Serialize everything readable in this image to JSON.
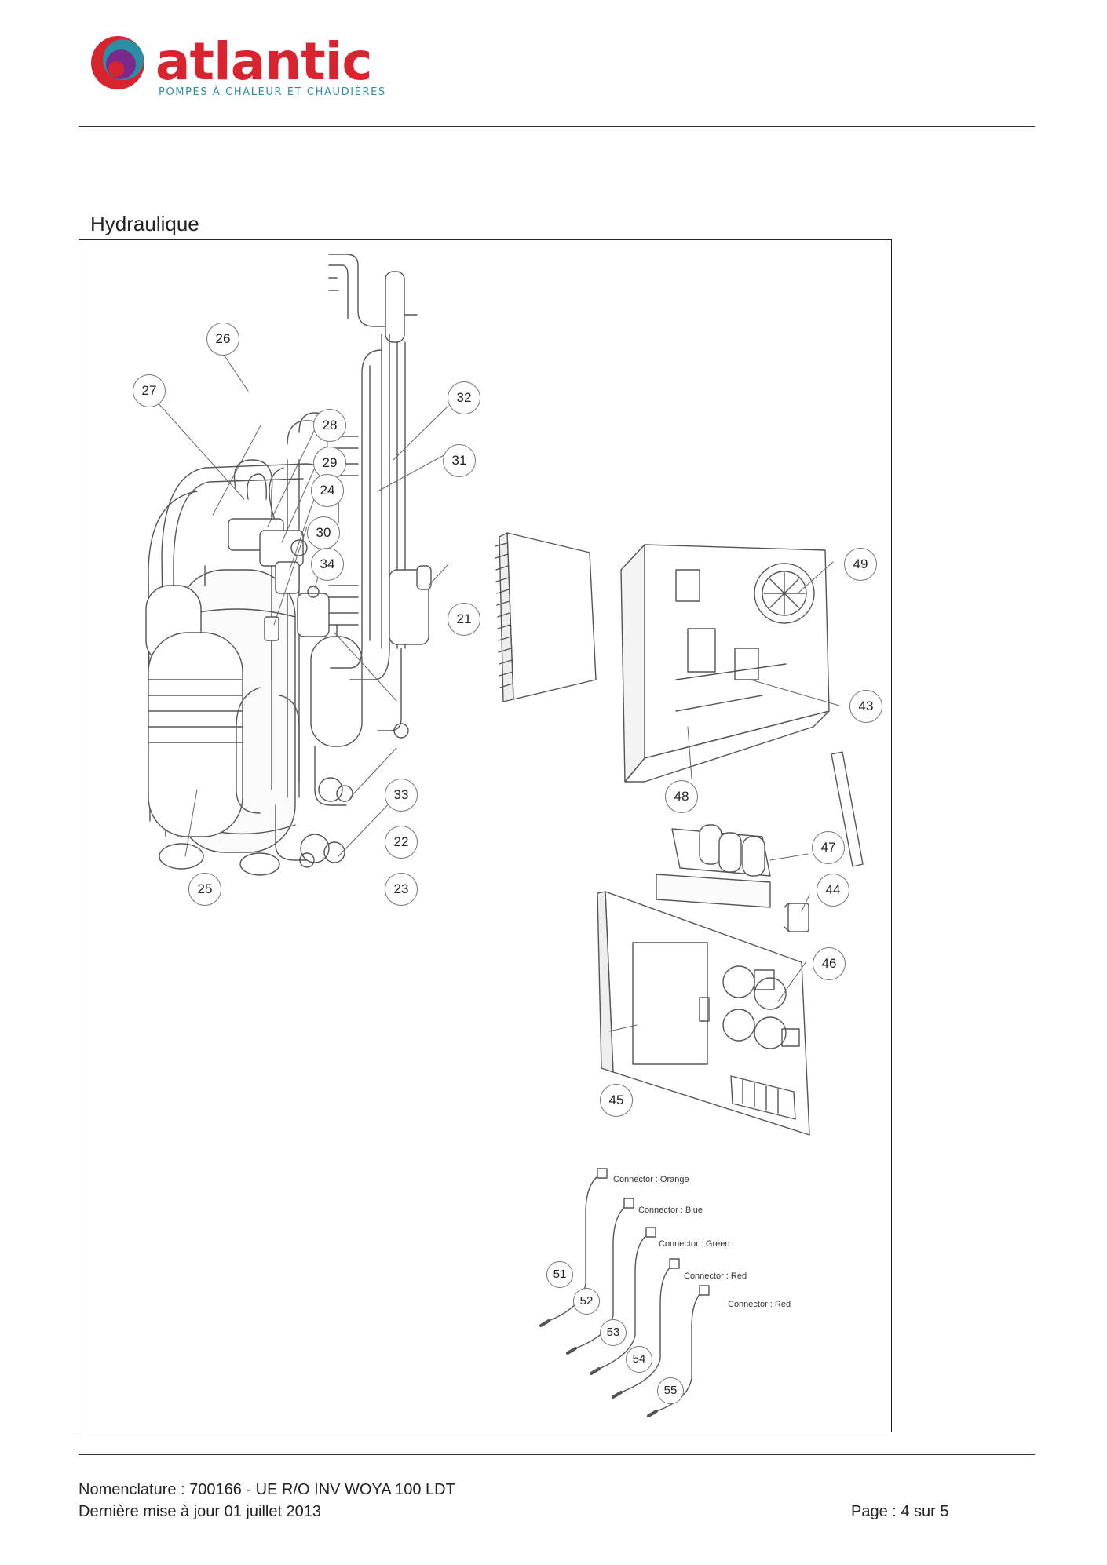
{
  "header": {
    "logo_word": "atlantic",
    "logo_tagline": "POMPES À CHALEUR ET CHAUDIÈRES"
  },
  "section": {
    "title": "Hydraulique"
  },
  "diagram": {
    "callouts": [
      {
        "id": "26",
        "label": "26"
      },
      {
        "id": "27",
        "label": "27"
      },
      {
        "id": "28",
        "label": "28"
      },
      {
        "id": "29",
        "label": "29"
      },
      {
        "id": "24",
        "label": "24"
      },
      {
        "id": "30",
        "label": "30"
      },
      {
        "id": "34",
        "label": "34"
      },
      {
        "id": "32",
        "label": "32"
      },
      {
        "id": "31",
        "label": "31"
      },
      {
        "id": "21",
        "label": "21"
      },
      {
        "id": "33",
        "label": "33"
      },
      {
        "id": "22",
        "label": "22"
      },
      {
        "id": "23",
        "label": "23"
      },
      {
        "id": "25",
        "label": "25"
      },
      {
        "id": "49",
        "label": "49"
      },
      {
        "id": "43",
        "label": "43"
      },
      {
        "id": "48",
        "label": "48"
      },
      {
        "id": "47",
        "label": "47"
      },
      {
        "id": "44",
        "label": "44"
      },
      {
        "id": "46",
        "label": "46"
      },
      {
        "id": "45",
        "label": "45"
      },
      {
        "id": "51",
        "label": "51"
      },
      {
        "id": "52",
        "label": "52"
      },
      {
        "id": "53",
        "label": "53"
      },
      {
        "id": "54",
        "label": "54"
      },
      {
        "id": "55",
        "label": "55"
      }
    ],
    "connectors": [
      {
        "label": "Connector : Orange"
      },
      {
        "label": "Connector : Blue"
      },
      {
        "label": "Connector : Green"
      },
      {
        "label": "Connector : Red"
      },
      {
        "label": "Connector : Red"
      }
    ]
  },
  "footer": {
    "nomenclature": "Nomenclature : 700166 - UE R/O INV WOYA 100 LDT",
    "updated": "Dernière mise à jour 01 juillet 2013",
    "page": "Page : 4 sur 5"
  }
}
